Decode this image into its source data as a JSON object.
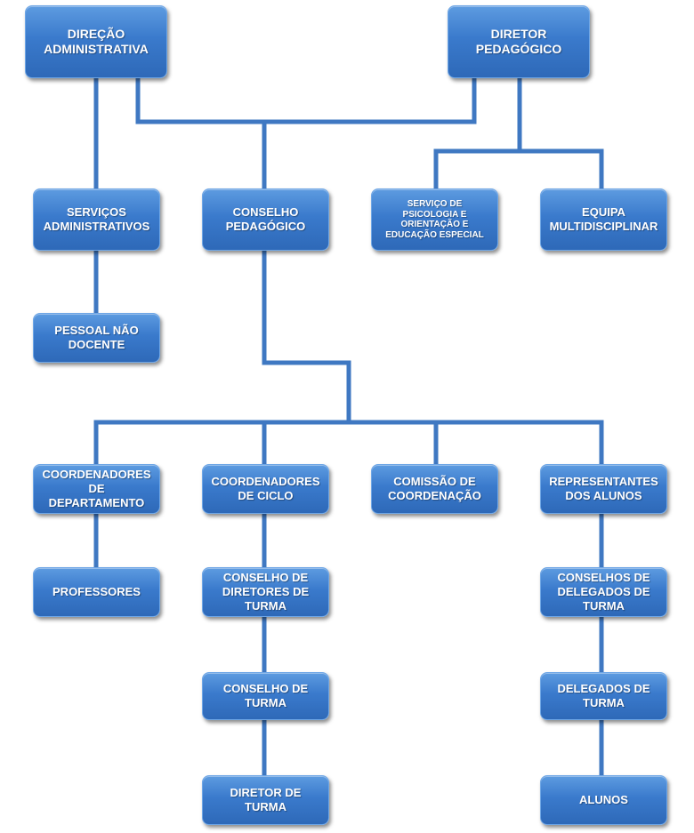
{
  "nodes": {
    "direcao_administrativa": "DIREÇÃO\nADMINISTRATIVA",
    "diretor_pedagogico": "DIRETOR\nPEDAGÓGICO",
    "servicos_administrativos": "SERVIÇOS\nADMINISTRATIVOS",
    "conselho_pedagogico": "CONSELHO\nPEDAGÓGICO",
    "servico_psicologia": "SERVIÇO DE\nPSICOLOGIA E\nORIENTAÇÃO E\nEDUCAÇÃO ESPECIAL",
    "equipa_multidisciplinar": "EQUIPA\nMULTIDISCIPLINAR",
    "pessoal_nao_docente": "PESSOAL NÃO\nDOCENTE",
    "coordenadores_departamento": "COORDENADORES\nDE\nDEPARTAMENTO",
    "coordenadores_ciclo": "COORDENADORES\nDE CICLO",
    "comissao_coordenacao": "COMISSÃO DE\nCOORDENAÇÃO",
    "representantes_alunos": "REPRESENTANTES\nDOS ALUNOS",
    "professores": "PROFESSORES",
    "conselho_diretores_turma": "CONSELHO DE\nDIRETORES DE\nTURMA",
    "conselhos_delegados_turma": "CONSELHOS DE\nDELEGADOS DE\nTURMA",
    "conselho_turma": "CONSELHO DE\nTURMA",
    "delegados_turma": "DELEGADOS DE\nTURMA",
    "diretor_turma": "DIRETOR DE\nTURMA",
    "alunos": "ALUNOS"
  }
}
